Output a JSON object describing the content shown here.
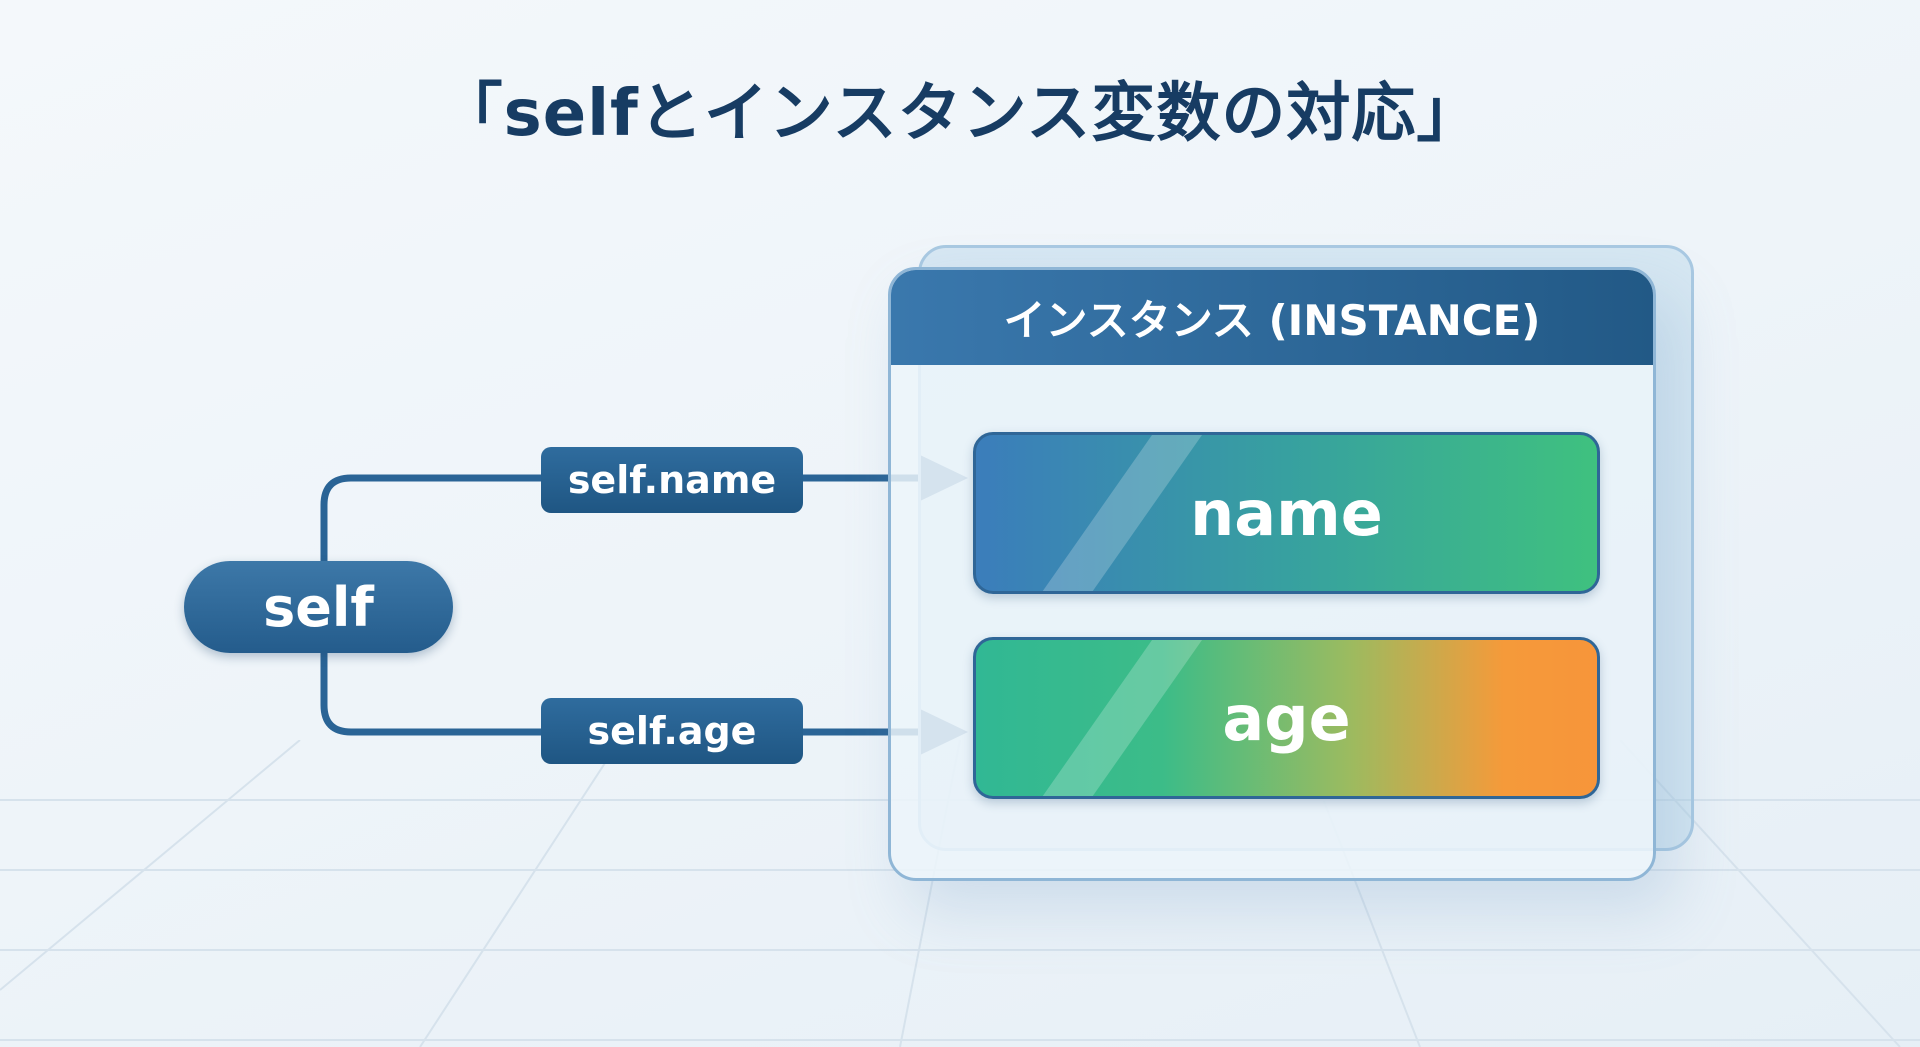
{
  "title": "「selfとインスタンス変数の対応」",
  "self_label": "self",
  "connectors": [
    {
      "label": "self.name",
      "target": "name"
    },
    {
      "label": "self.age",
      "target": "age"
    }
  ],
  "instance": {
    "header": "インスタンス (INSTANCE)",
    "fields": [
      "name",
      "age"
    ]
  },
  "colors": {
    "dark_blue": "#1f5683",
    "title": "#173c63",
    "green": "#3fc17f",
    "orange": "#f7953a"
  }
}
